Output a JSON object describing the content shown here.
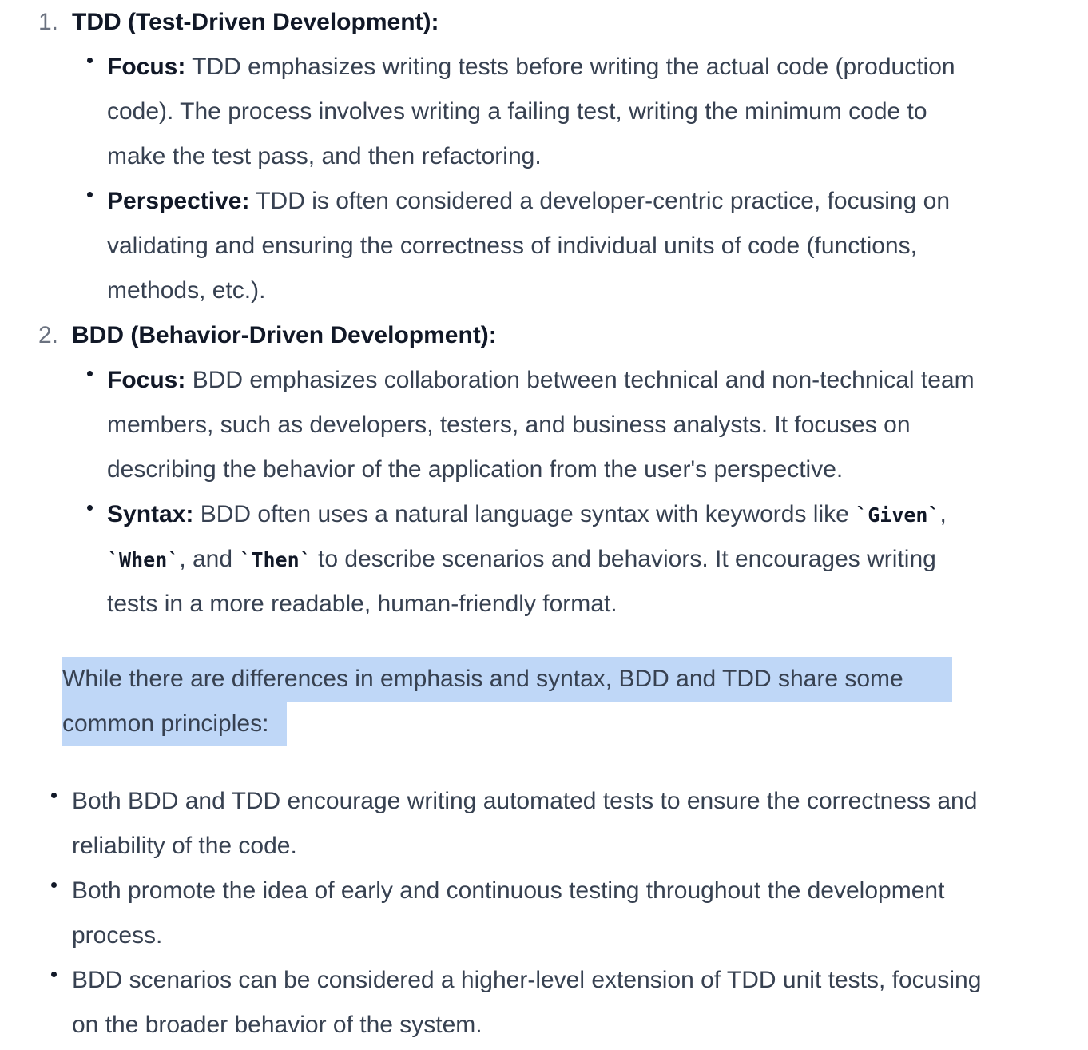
{
  "list1": [
    {
      "number": "1.",
      "heading": "TDD (Test-Driven Development):",
      "bullets": [
        {
          "label": "Focus:",
          "lines": [
            "TDD emphasizes writing tests before writing the actual code (production",
            "code). The process involves writing a failing test, writing the minimum code to",
            "make the test pass, and then refactoring."
          ]
        },
        {
          "label": "Perspective:",
          "lines": [
            "TDD is often considered a developer-centric practice, focusing on",
            "validating and ensuring the correctness of individual units of code (functions,",
            "methods, etc.)."
          ]
        }
      ]
    },
    {
      "number": "2.",
      "heading": "BDD (Behavior-Driven Development):",
      "bullets": [
        {
          "label": "Focus:",
          "lines": [
            "BDD emphasizes collaboration between technical and non-technical team",
            "members, such as developers, testers, and business analysts. It focuses on",
            "describing the behavior of the application from the user's perspective."
          ]
        },
        {
          "label": "Syntax:",
          "line1_text": "BDD often uses a natural language syntax with keywords like",
          "code_given": "`Given`",
          "comma1": ",",
          "code_when": "`When`",
          "and_text": ", and",
          "code_then": "`Then`",
          "line2_rest": "to describe scenarios and behaviors. It encourages writing",
          "line3": "tests in a more readable, human-friendly format."
        }
      ]
    }
  ],
  "paragraph": {
    "line1": "While there are differences in emphasis and syntax, BDD and TDD share some",
    "line2": "common principles:"
  },
  "list2": [
    {
      "lines": [
        "Both BDD and TDD encourage writing automated tests to ensure the correctness and",
        "reliability of the code."
      ]
    },
    {
      "lines": [
        "Both promote the idea of early and continuous testing throughout the development",
        "process."
      ]
    },
    {
      "lines": [
        "BDD scenarios can be considered a higher-level extension of TDD unit tests, focusing",
        "on the broader behavior of the system."
      ]
    }
  ],
  "colors": {
    "text": "#374151",
    "strong": "#111827",
    "number": "#6b7280",
    "selection": "#bfd7f7"
  }
}
